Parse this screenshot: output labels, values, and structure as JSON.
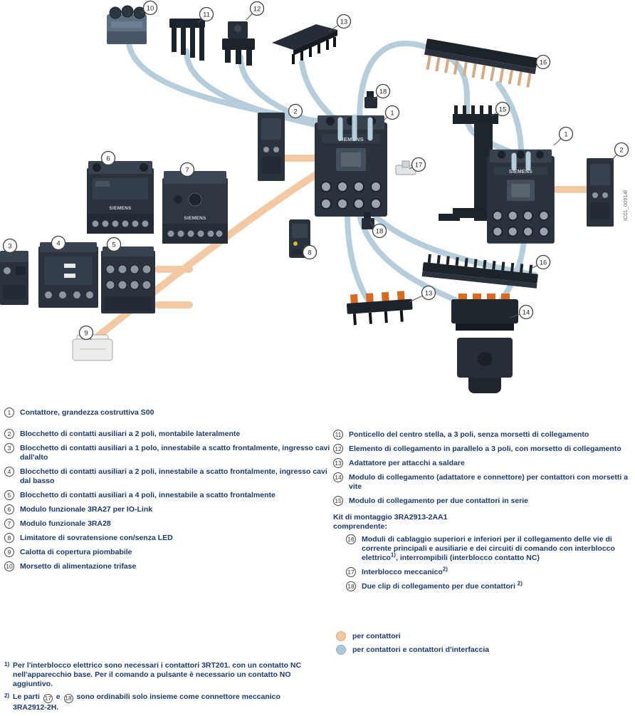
{
  "colors": {
    "legend_text": "#1c3a6e",
    "peach_wiring": "#f2c9a3",
    "blue_wiring": "#aec9d6",
    "component_dark": "#2a323d",
    "orange_detail": "#d96a1e"
  },
  "diagram": {
    "brand": "SIEMENS",
    "watermark": "IC01_00914f",
    "callouts": [
      {
        "num": "10"
      },
      {
        "num": "11"
      },
      {
        "num": "12"
      },
      {
        "num": "13"
      },
      {
        "num": "16"
      },
      {
        "num": "18"
      },
      {
        "num": "1"
      },
      {
        "num": "15"
      },
      {
        "num": "2"
      },
      {
        "num": "1"
      },
      {
        "num": "2"
      },
      {
        "num": "17"
      },
      {
        "num": "6"
      },
      {
        "num": "7"
      },
      {
        "num": "18"
      },
      {
        "num": "8"
      },
      {
        "num": "3"
      },
      {
        "num": "4"
      },
      {
        "num": "5"
      },
      {
        "num": "16"
      },
      {
        "num": "13"
      },
      {
        "num": "14"
      },
      {
        "num": "9"
      }
    ]
  },
  "legend_left": [
    {
      "num": "1",
      "text": "Contattore, grandezza costruttiva S00"
    },
    {
      "num": "2",
      "text": "Blocchetto di contatti ausiliari a 2 poli, montabile lateralmente"
    },
    {
      "num": "3",
      "text": "Blocchetto di contatti ausiliari a 1 polo, innestabile a scatto frontalmente, ingresso cavi dall'alto"
    },
    {
      "num": "4",
      "text": "Blocchetto di contatti ausiliari a 2 poli, innestabile a scatto frontalmente, ingresso cavi dal basso"
    },
    {
      "num": "5",
      "text": "Blocchetto di contatti ausiliari a 4 poli, innestabile a scatto frontalmente"
    },
    {
      "num": "6",
      "text": "Modulo funzionale 3RA27 per IO-Link"
    },
    {
      "num": "7",
      "text": "Modulo funzionale 3RA28"
    },
    {
      "num": "8",
      "text": "Limitatore di sovratensione con/senza LED"
    },
    {
      "num": "9",
      "text": "Calotta di copertura piombabile"
    },
    {
      "num": "10",
      "text": "Morsetto di alimentazione trifase"
    }
  ],
  "legend_right": [
    {
      "num": "11",
      "text": "Ponticello del centro stella, a 3 poli, senza morsetti di collegamento"
    },
    {
      "num": "12",
      "text": "Elemento di collegamento in parallelo a 3 poli, con morsetto di collegamento"
    },
    {
      "num": "13",
      "text": "Adattatore per attacchi a saldare"
    },
    {
      "num": "14",
      "text": "Modulo di collegamento (adattatore e connettore) per contattori con morsetti a vite"
    },
    {
      "num": "15",
      "text": "Modulo di collegamento per due contattori in serie"
    }
  ],
  "kit": {
    "title": "Kit di montaggio 3RA2913-2AA1",
    "subtitle": "comprendente:",
    "item16": {
      "num": "16",
      "text_a": "Moduli di cablaggio superiori e inferiori per il collegamento delle vie di corrente principali e ausiliarie e dei circuiti di comando con interblocco elettrico",
      "sup": "1)",
      "text_b": ", interrompibili (interblocco contatto NC)"
    },
    "item17": {
      "num": "17",
      "text": "Interblocco meccanico",
      "sup": "2)"
    },
    "item18": {
      "num": "18",
      "text": "Due clip di collegamento per due contattori ",
      "sup": "2)"
    }
  },
  "color_legend": [
    {
      "label": "per contattori",
      "color": "#f2c9a3"
    },
    {
      "label": "per contattori e contattori d'interfaccia",
      "color": "#aec9d6"
    }
  ],
  "footnotes": {
    "f1": {
      "sup": "1)",
      "text": "Per l'interblocco elettrico sono necessari i contattori 3RT201. con un contatto NC nell'apparecchio base. Per il comando a pulsante è necessario un contatto NO aggiuntivo."
    },
    "f2": {
      "sup": "2)",
      "text_a": "Le parti ",
      "c1": "17",
      "text_b": " e ",
      "c2": "18",
      "text_c": " sono ordinabili solo insieme come connettore meccanico 3RA2912-2H."
    }
  }
}
